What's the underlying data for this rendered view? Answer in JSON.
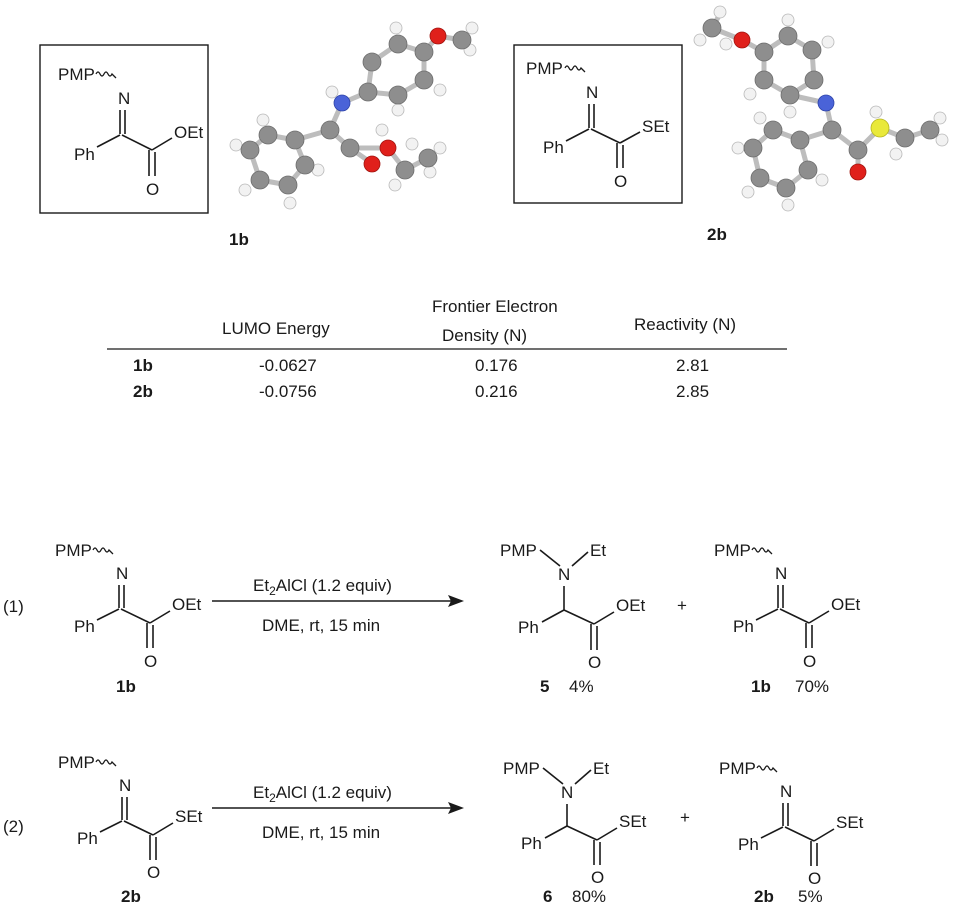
{
  "structure_labels": {
    "pmp": "PMP",
    "n": "N",
    "ph": "Ph",
    "oet": "OEt",
    "set": "SEt",
    "o": "O",
    "et": "Et",
    "plus": "+"
  },
  "top": {
    "label_1b": "1b",
    "label_2b": "2b"
  },
  "table": {
    "headers": [
      "LUMO Energy",
      "Frontier Electron",
      "Density (N)",
      "Reactivity (N)"
    ],
    "rows": [
      {
        "compound": "1b",
        "lumo": "-0.0627",
        "density": "0.176",
        "reactivity": "2.81"
      },
      {
        "compound": "2b",
        "lumo": "-0.0756",
        "density": "0.216",
        "reactivity": "2.85"
      }
    ]
  },
  "reaction1": {
    "number": "(1)",
    "substrate": "1b",
    "reagent_prefix": "Et",
    "reagent_sub": "2",
    "reagent_suffix": "AlCl (1.2 equiv)",
    "conditions": "DME, rt, 15 min",
    "product_a": "5",
    "product_a_yield": "4%",
    "product_b": "1b",
    "product_b_yield": "70%"
  },
  "reaction2": {
    "number": "(2)",
    "substrate": "2b",
    "reagent_prefix": "Et",
    "reagent_sub": "2",
    "reagent_suffix": "AlCl (1.2 equiv)",
    "conditions": "DME, rt, 15 min",
    "product_a": "6",
    "product_a_yield": "80%",
    "product_b": "2b",
    "product_b_yield": "5%"
  },
  "atom_colors": {
    "carbon": "#8e8e8e",
    "hydrogen": "#f2f2f2",
    "oxygen": "#e0201b",
    "nitrogen": "#4a63d8",
    "sulfur": "#e9e93a"
  }
}
